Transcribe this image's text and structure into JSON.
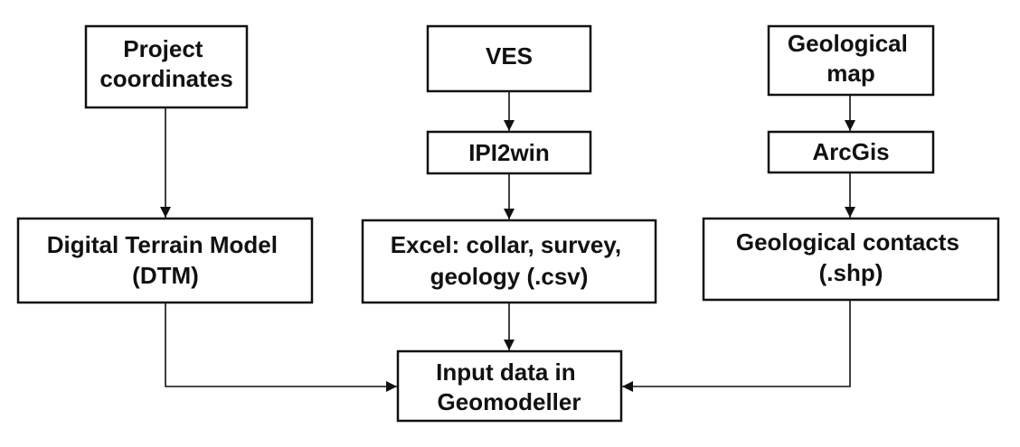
{
  "diagram": {
    "type": "flowchart",
    "colors": {
      "line": "#111111",
      "box_fill": "#ffffff",
      "background": "#ffffff"
    },
    "nodes": {
      "project_coordinates": {
        "lines": [
          "Project",
          "coordinates"
        ]
      },
      "ves": {
        "lines": [
          "VES"
        ]
      },
      "geological_map": {
        "lines": [
          "Geological",
          "map"
        ]
      },
      "ipi2win": {
        "lines": [
          "IPI2win"
        ]
      },
      "arcgis": {
        "lines": [
          "ArcGis"
        ]
      },
      "dtm": {
        "lines": [
          "Digital Terrain Model",
          "(DTM)"
        ]
      },
      "excel": {
        "lines": [
          "Excel: collar, survey,",
          "geology (.csv)"
        ]
      },
      "geological_contacts": {
        "lines": [
          "Geological contacts",
          "(.shp)"
        ]
      },
      "input_data": {
        "lines": [
          "Input data in",
          "Geomodeller"
        ]
      }
    },
    "edges": [
      {
        "from": "project_coordinates",
        "to": "dtm"
      },
      {
        "from": "ves",
        "to": "ipi2win"
      },
      {
        "from": "ipi2win",
        "to": "excel"
      },
      {
        "from": "geological_map",
        "to": "arcgis"
      },
      {
        "from": "arcgis",
        "to": "geological_contacts"
      },
      {
        "from": "dtm",
        "to": "input_data"
      },
      {
        "from": "excel",
        "to": "input_data"
      },
      {
        "from": "geological_contacts",
        "to": "input_data"
      }
    ]
  }
}
